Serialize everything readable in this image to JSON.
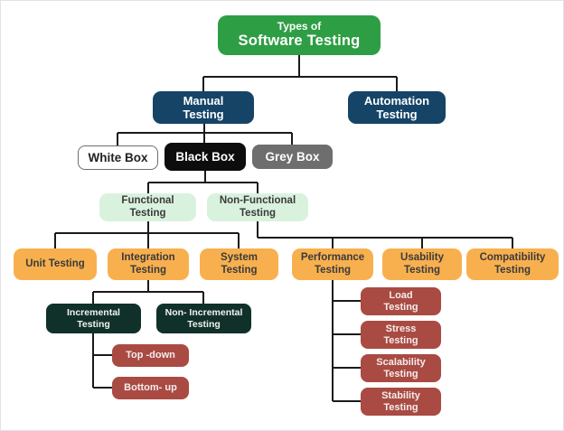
{
  "palette": {
    "root_green": "#2E9E45",
    "navy": "#154467",
    "black": "#0D0D0D",
    "grey": "#6E6E6E",
    "light_green": "#D9F2DE",
    "orange": "#F8B04F",
    "dark_green": "#10312A",
    "red": "#A94B42",
    "line": "#1A1A1A",
    "background": "#FFFFFF"
  },
  "nodes": {
    "root": {
      "line1": "Types of",
      "line2": "Software Testing"
    },
    "manual": {
      "line1": "Manual",
      "line2": "Testing"
    },
    "automation": {
      "line1": "Automation",
      "line2": "Testing"
    },
    "white_box": {
      "label": "White Box"
    },
    "black_box": {
      "label": "Black Box"
    },
    "grey_box": {
      "label": "Grey Box"
    },
    "functional": {
      "line1": "Functional",
      "line2": "Testing"
    },
    "non_functional": {
      "line1": "Non-Functional",
      "line2": "Testing"
    },
    "unit": {
      "label": "Unit Testing"
    },
    "integration": {
      "line1": "Integration",
      "line2": "Testing"
    },
    "system": {
      "line1": "System",
      "line2": "Testing"
    },
    "performance": {
      "line1": "Performance",
      "line2": "Testing"
    },
    "usability": {
      "line1": "Usability",
      "line2": "Testing"
    },
    "compatibility": {
      "line1": "Compatibility",
      "line2": "Testing"
    },
    "incremental": {
      "line1": "Incremental",
      "line2": "Testing"
    },
    "non_incremental": {
      "line1": "Non- Incremental",
      "line2": "Testing"
    },
    "top_down": {
      "label": "Top -down"
    },
    "bottom_up": {
      "label": "Bottom- up"
    },
    "load": {
      "line1": "Load",
      "line2": "Testing"
    },
    "stress": {
      "line1": "Stress",
      "line2": "Testing"
    },
    "scalability": {
      "line1": "Scalability",
      "line2": "Testing"
    },
    "stability": {
      "line1": "Stability",
      "line2": "Testing"
    }
  }
}
